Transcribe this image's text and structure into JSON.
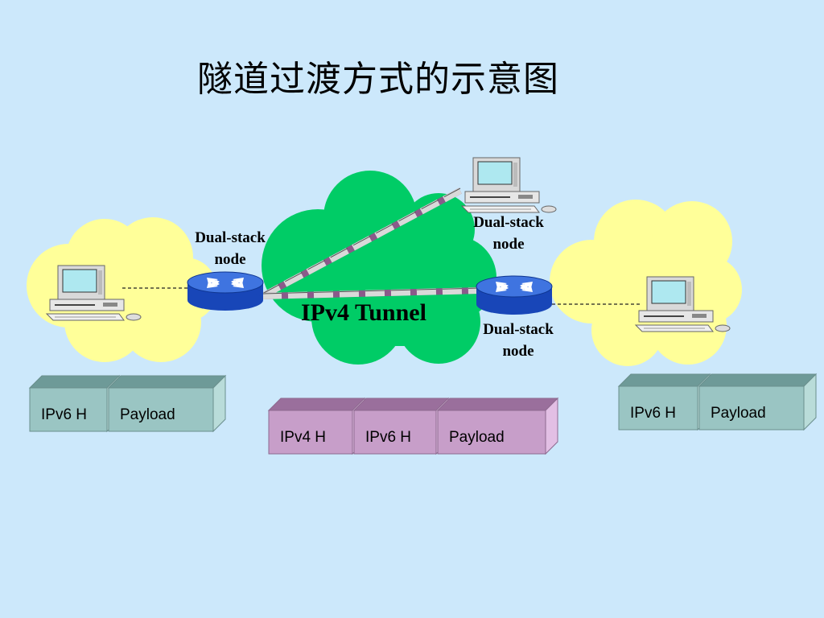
{
  "title": "隧道过渡方式的示意图",
  "tunnel_label": "IPv4 Tunnel",
  "nodes": {
    "left_router": {
      "line1": "Dual-stack",
      "line2": "node"
    },
    "top_host": {
      "line1": "Dual-stack",
      "line2": "node"
    },
    "right_router": {
      "line1": "Dual-stack",
      "line2": "node"
    }
  },
  "packets": {
    "left": [
      "IPv6 H",
      "Payload"
    ],
    "middle": [
      "IPv4 H",
      "IPv6 H",
      "Payload"
    ],
    "right": [
      "IPv6 H",
      "Payload"
    ]
  },
  "colors": {
    "background": "#cce8fb",
    "ipv6_cloud": "#ffff99",
    "ipv4_cloud": "#00cc66",
    "router": "#1f4fc9",
    "ipv6_packet": "#9ac5c3",
    "ipv4_packet": "#c79ec9"
  }
}
